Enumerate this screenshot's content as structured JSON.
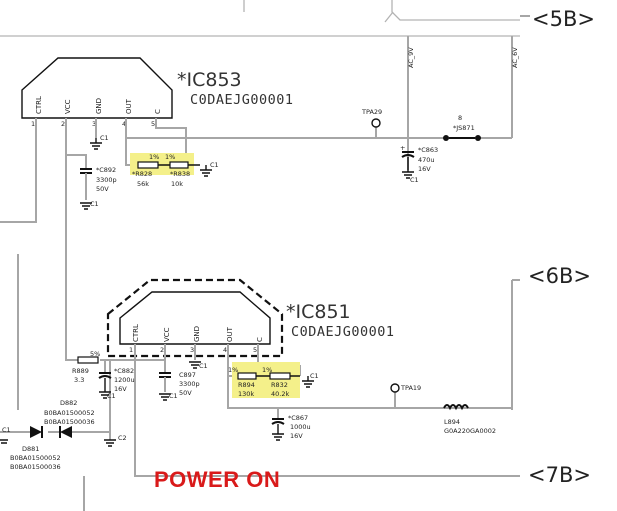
{
  "connectors": {
    "c5b": "<5B>",
    "c6b": "<6B>",
    "c7b": "<7B>"
  },
  "rails": {
    "ac9v": "AC_9V",
    "ac6v": "AC_6V"
  },
  "ic853": {
    "name": "*IC853",
    "part": "C0DAEJG00001",
    "pins": [
      "CTRL",
      "VCC",
      "GND",
      "OUT",
      "C"
    ],
    "pin_numbers": [
      "1",
      "2",
      "3",
      "4",
      "5"
    ]
  },
  "ic851": {
    "name": "*IC851",
    "part": "C0DAEJG00001",
    "pins": [
      "CTRL",
      "VCC",
      "GND",
      "OUT",
      "C"
    ],
    "pin_numbers": [
      "1",
      "2",
      "3",
      "4",
      "5"
    ]
  },
  "components": {
    "r828": {
      "ref": "*R828",
      "value": "56k",
      "tol": "1%"
    },
    "r838": {
      "ref": "*R838",
      "value": "10k",
      "tol": "1%"
    },
    "r894": {
      "ref": "R894",
      "value": "130k",
      "tol": "1%"
    },
    "r832": {
      "ref": "R832",
      "value": "40.2k",
      "tol": "1%"
    },
    "r889": {
      "ref": "R889",
      "value": "3.3",
      "tol": "5%"
    },
    "c892": {
      "ref": "*C892",
      "v1": "3300p",
      "v2": "50V"
    },
    "c863": {
      "ref": "*C863",
      "v1": "470u",
      "v2": "16V"
    },
    "c882": {
      "ref": "*C882",
      "v1": "1200u",
      "v2": "16V"
    },
    "c897": {
      "ref": "C897",
      "v1": "3300p",
      "v2": "50V"
    },
    "c867": {
      "ref": "*C867",
      "v1": "1000u",
      "v2": "16V"
    },
    "js871": "*JS871",
    "js871_pin": "8",
    "tpa29": "TPA29",
    "tpa19": "TPA19",
    "l894": {
      "ref": "L894",
      "part": "G0A220GA0002"
    },
    "d882": {
      "ref": "D882",
      "p1": "B0BA01500052",
      "p2": "B0BA01500036"
    },
    "d881": {
      "ref": "D881",
      "p1": "B0BA01500052",
      "p2": "B0BA01500036"
    },
    "c1_labels": [
      "C1",
      "C1",
      "C1",
      "C1",
      "C1",
      "C1",
      "C1",
      "C1",
      "C1"
    ],
    "c2": "C2"
  },
  "annotation": "POWER ON",
  "colors": {
    "highlight": "#f4f08a",
    "annotation": "#d91a1a",
    "wire": "#a6a6a6"
  }
}
